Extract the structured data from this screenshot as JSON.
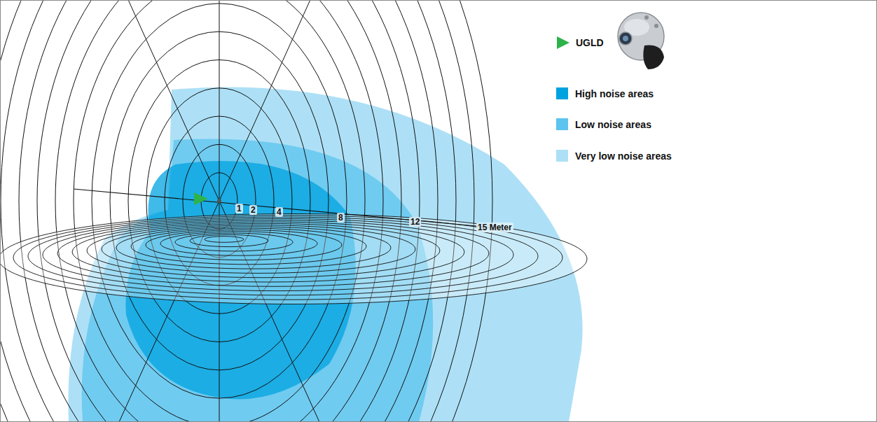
{
  "diagram": {
    "labels": [
      "1",
      "2",
      "4",
      "8",
      "12",
      "15 Meter"
    ],
    "legend": [
      {
        "text": "UGLD"
      },
      {
        "text": "High noise areas",
        "color": "#00a3e0"
      },
      {
        "text": "Low noise areas",
        "color": "#5cc4ee"
      },
      {
        "text": "Very low noise areas",
        "color": "#ade0f6"
      }
    ]
  }
}
